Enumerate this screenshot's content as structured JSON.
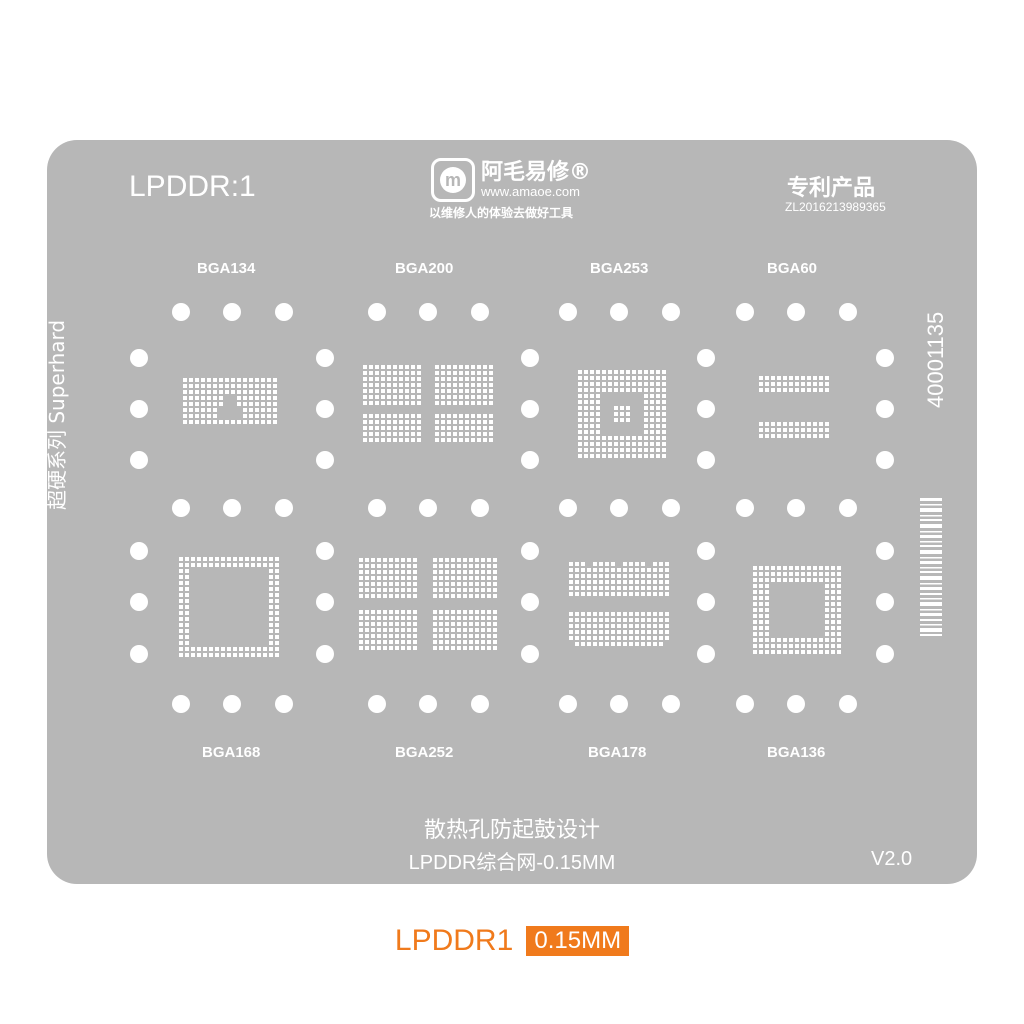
{
  "stencil": {
    "title": "LPDDR:1",
    "brand": "阿毛易修®",
    "website": "www.amaoe.com",
    "slogan": "以维修人的体验去做好工具",
    "logo_letter": "m",
    "patent_label": "专利产品",
    "patent_number": "ZL2016213989365",
    "side_label": "超硬系列 Superhard",
    "product_code": "40001135",
    "note_line1": "散热孔防起鼓设计",
    "note_line2": "LPDDR综合网-0.15MM",
    "version": "V2.0",
    "packages_top": [
      "BGA134",
      "BGA200",
      "BGA253",
      "BGA60"
    ],
    "packages_bottom": [
      "BGA168",
      "BGA252",
      "BGA178",
      "BGA136"
    ],
    "color_stencil": "#b7b7b7",
    "color_holes": "#ffffff"
  },
  "caption": {
    "model": "LPDDR1",
    "thickness": "0.15MM",
    "color_accent": "#f07a1c"
  }
}
